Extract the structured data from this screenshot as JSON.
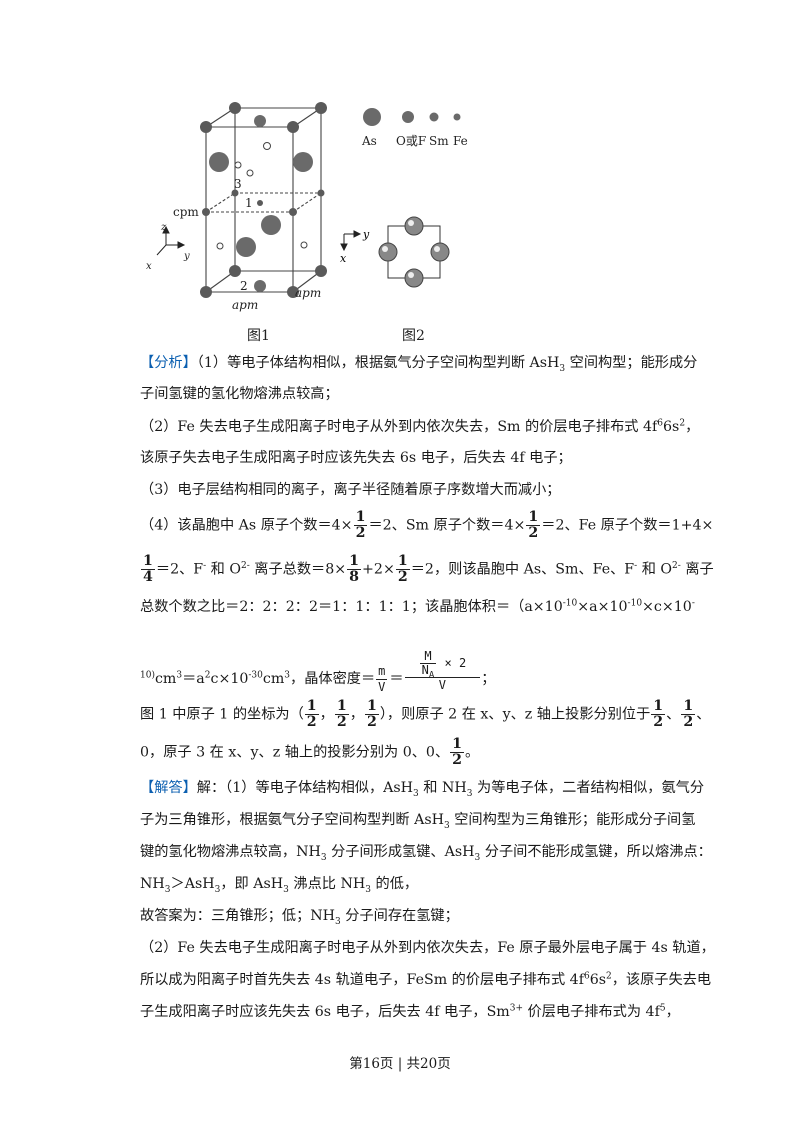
{
  "figure": {
    "legend": {
      "as": "As",
      "o_or_f": "O或F",
      "sm": "Sm",
      "fe": "Fe"
    },
    "labels": {
      "c": "cpm",
      "a1": "apm",
      "a2": "apm",
      "n1": "1",
      "n2": "2",
      "n3": "3",
      "z": "z",
      "y": "y",
      "x": "x",
      "y2": "y",
      "x2": "x"
    },
    "captions": {
      "fig1": "图1",
      "fig2": "图2"
    }
  },
  "analysis": {
    "tag": "【分析】",
    "l1": "（1）等电子体结构相似，根据氨气分子空间构型判断 AsH",
    "l1b": " 空间构型；能形成分",
    "l2": "子间氢键的氢化物熔沸点较高；",
    "l3": "（2）Fe 失去电子生成阳离子时电子从外到内依次失去，Sm 的价层电子排布式 4f",
    "l3b": "6s",
    "l3c": "，",
    "l4": "该原子失去电子生成阳离子时应该先失去 6s 电子，后失去 4f 电子；",
    "l5": "（3）电子层结构相同的离子，离子半径随着原子序数增大而减小；",
    "l6a": "（4）该晶胞中 As 原子个数＝4×",
    "l6b": "＝2、Sm 原子个数＝4×",
    "l6c": "＝2、Fe 原子个数＝1+4×",
    "l7a": "＝2、F",
    "l7b": " 和 O",
    "l7c": " 离子总数＝8×",
    "l7d": "+2×",
    "l7e": "＝2，则该晶胞中 As、Sm、Fe、F",
    "l7f": " 和 O",
    "l7g": " 离子",
    "l8": "总数个数之比＝2：2：2：2＝1：1：1：1；该晶胞体积＝（a×10",
    "l8b": "×a×10",
    "l8c": "×c×10",
    "l9a": "cm",
    "l9b": "＝a",
    "l9c": "c×10",
    "l9d": "cm",
    "l9e": "，晶体密度＝",
    "l9f": "；",
    "l10a": "图 1 中原子 1 的坐标为（",
    "l10b": "），则原子 2 在 x、y、z 轴上投影分别位于",
    "l11a": "0，原子 3 在 x、y、z 轴上的投影分别为 0、0、",
    "l11b": "。"
  },
  "answer": {
    "tag": "【解答】",
    "l1": "解：（1）等电子体结构相似，AsH",
    "l1b": " 和 NH",
    "l1c": " 为等电子体，二者结构相似，氨气分",
    "l2": "子为三角锥形，根据氨气分子空间构型判断 AsH",
    "l2b": " 空间构型为三角锥形；能形成分子间氢",
    "l3": "键的氢化物熔沸点较高，NH",
    "l3b": " 分子间形成氢键、AsH",
    "l3c": " 分子间不能形成氢键，所以熔沸点：",
    "l4a": "NH",
    "l4b": "＞AsH",
    "l4c": "，即 AsH",
    "l4d": " 沸点比 NH",
    "l4e": " 的低，",
    "l5a": "故答案为：三角锥形；低；NH",
    "l5b": " 分子间存在氢键；",
    "l6": "（2）Fe 失去电子生成阳离子时电子从外到内依次失去，Fe 原子最外层电子属于 4s 轨道，",
    "l7a": "所以成为阳离子时首先失去 4s 轨道电子，FeSm 的价层电子排布式 4f",
    "l7b": "6s",
    "l7c": "，该原子失去电",
    "l8a": "子生成阳离子时应该先失去 6s 电子，后失去 4f 电子，Sm",
    "l8b": " 价层电子排布式为 4f",
    "l8c": "，"
  },
  "math": {
    "n3": "3",
    "n6": "6",
    "n2": "2",
    "minus": "-",
    "neg10": "-10",
    "neg10b": "-10",
    "neg10c": "-",
    "ten_paren": "10)",
    "neg30": "-30",
    "cube": "3",
    "sq": "2",
    "half_n": "1",
    "half_d": "2",
    "quarter_d": "4",
    "eighth_d": "8",
    "M": "M",
    "NA": "N",
    "A": "A",
    "times2": "× 2",
    "V": "V",
    "m": "m",
    "three_plus": "3+",
    "five": "5",
    "comma": "，"
  },
  "footer": {
    "text": "第16页  |  共20页"
  }
}
